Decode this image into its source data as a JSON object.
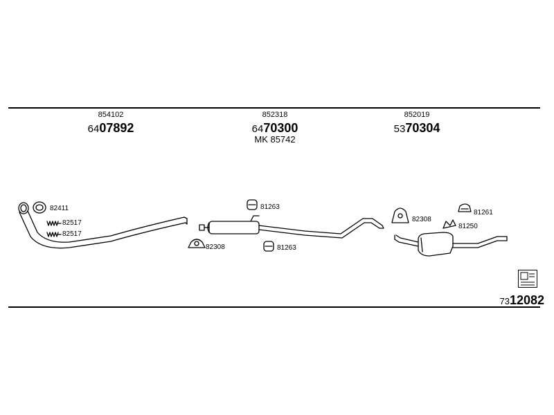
{
  "sections": [
    {
      "ref": "854102",
      "prefix": "64",
      "main": "07892"
    },
    {
      "ref": "852318",
      "prefix": "64",
      "main": "70300",
      "mk": "MK 85742"
    },
    {
      "ref": "852019",
      "prefix": "53",
      "main": "70304"
    }
  ],
  "parts": {
    "front_ring": "82411",
    "front_spring_1": "82517",
    "front_spring_2": "82517",
    "mid_clamp_bottom": "82308",
    "mid_rubber_top": "81263",
    "mid_rubber_bottom": "81263",
    "rear_clamp": "82308",
    "rear_rubber_top": "81261",
    "rear_rubber_bottom": "81250"
  },
  "diagram_code": {
    "prefix": "73",
    "main": "12082"
  }
}
